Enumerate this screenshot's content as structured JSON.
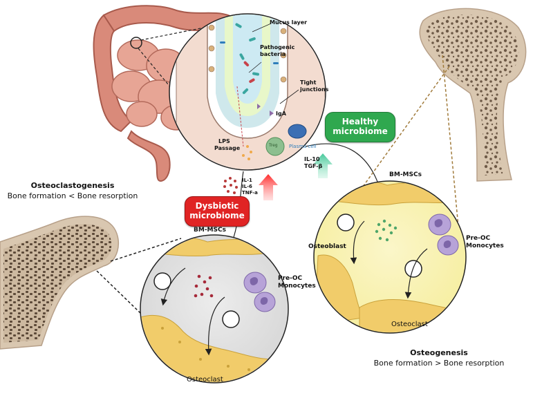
{
  "gut": {
    "mucus_layer": "Mucus layer",
    "pathogenic_bacteria_1": "Pathogenic",
    "pathogenic_bacteria_2": "bacteria",
    "tight_junctions_1": "Tight",
    "tight_junctions_2": "junctions",
    "lps_1": "LPS",
    "lps_2": "Passage",
    "iga": "IgA",
    "treg": "Treg",
    "plasma_cell": "Plasma cell",
    "il10": "IL-10",
    "tgfb": "TGF-β",
    "il1": "IL-1",
    "il6": "IL-6",
    "tnfa": "TNF-a"
  },
  "healthy": {
    "line1": "Healthy",
    "line2": "microbiome",
    "color": "#2fa84f"
  },
  "dysbiotic": {
    "line1": "Dysbiotic",
    "line2": "microbiome",
    "color": "#e02424"
  },
  "left": {
    "title": "Osteoclastogenesis",
    "subtitle": "Bone formation < Bone resorption",
    "bm_mscs": "BM-MSCs",
    "pre_oc_1": "Pre-OC",
    "pre_oc_2": "Monocytes",
    "osteoclast": "Osteoclast"
  },
  "right": {
    "title": "Osteogenesis",
    "subtitle": "Bone formation > Bone resorption",
    "bm_mscs": "BM-MSCs",
    "osteoblast": "Osteoblast",
    "pre_oc_1": "Pre-OC",
    "pre_oc_2": "Monocytes",
    "osteoclast": "Osteoclast"
  }
}
